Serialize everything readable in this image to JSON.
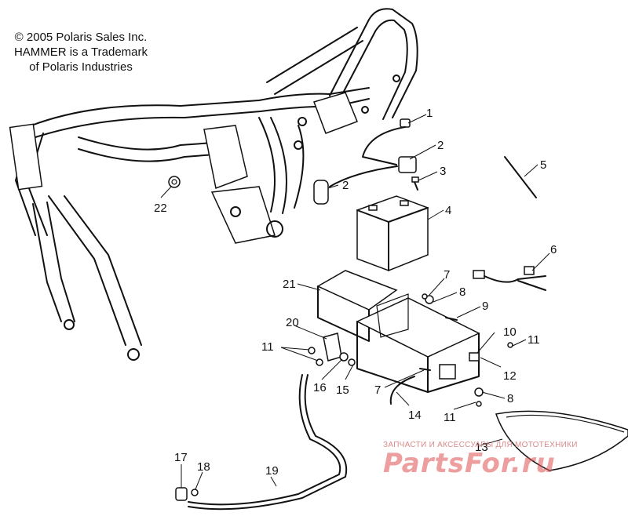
{
  "copyright": {
    "line1": "© 2005 Polaris Sales Inc.",
    "line2": "HAMMER is a Trademark",
    "line3": "of Polaris Industries"
  },
  "callouts": [
    "1",
    "2",
    "2",
    "3",
    "4",
    "5",
    "6",
    "7",
    "8",
    "9",
    "10",
    "11",
    "11",
    "12",
    "13",
    "14",
    "15",
    "16",
    "7",
    "8",
    "11",
    "17",
    "18",
    "19",
    "20",
    "21",
    "22"
  ],
  "watermark": {
    "tagline": "ЗАПЧАСТИ И АКСЕССУАРЫ ДЛЯ МОТОТЕХНИКИ",
    "brand": "PartsFor.ru"
  }
}
